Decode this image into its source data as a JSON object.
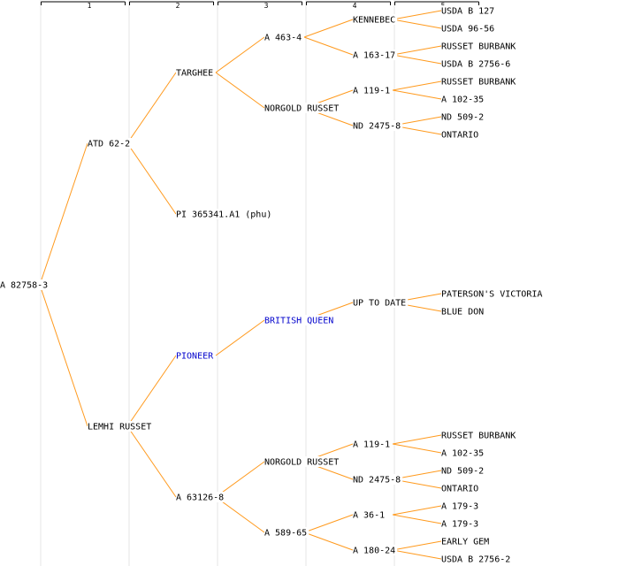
{
  "columns": [
    "1",
    "2",
    "3",
    "4",
    "5"
  ],
  "colors": {
    "edge": "#ff9a1e",
    "link": "#0000cc",
    "text": "#000000",
    "guide": "#e6e6e6"
  },
  "nodes": [
    {
      "id": "n0",
      "label": "A 82758-3",
      "gen": 0,
      "row": 16
    },
    {
      "id": "n1",
      "label": "ATD 62-2",
      "gen": 1,
      "row": 8,
      "parent": "n0"
    },
    {
      "id": "n2",
      "label": "LEMHI RUSSET",
      "gen": 1,
      "row": 24,
      "parent": "n0"
    },
    {
      "id": "n3",
      "label": "TARGHEE",
      "gen": 2,
      "row": 4,
      "parent": "n1"
    },
    {
      "id": "n4",
      "label": "PI 365341.A1 (phu)",
      "gen": 2,
      "row": 12,
      "parent": "n1"
    },
    {
      "id": "n5",
      "label": "PIONEER",
      "gen": 2,
      "row": 20,
      "parent": "n2",
      "link": true
    },
    {
      "id": "n6",
      "label": "A 63126-8",
      "gen": 2,
      "row": 28,
      "parent": "n2"
    },
    {
      "id": "n7",
      "label": "A 463-4",
      "gen": 3,
      "row": 2,
      "parent": "n3"
    },
    {
      "id": "n8",
      "label": "NORGOLD RUSSET",
      "gen": 3,
      "row": 6,
      "parent": "n3"
    },
    {
      "id": "n9",
      "label": "BRITISH QUEEN",
      "gen": 3,
      "row": 18,
      "parent": "n5",
      "link": true
    },
    {
      "id": "n10",
      "label": "NORGOLD RUSSET",
      "gen": 3,
      "row": 26,
      "parent": "n6"
    },
    {
      "id": "n11",
      "label": "A 589-65",
      "gen": 3,
      "row": 30,
      "parent": "n6"
    },
    {
      "id": "n12",
      "label": "KENNEBEC",
      "gen": 4,
      "row": 1,
      "parent": "n7"
    },
    {
      "id": "n13",
      "label": "A 163-17",
      "gen": 4,
      "row": 3,
      "parent": "n7"
    },
    {
      "id": "n14",
      "label": "A 119-1",
      "gen": 4,
      "row": 5,
      "parent": "n8"
    },
    {
      "id": "n15",
      "label": "ND 2475-8",
      "gen": 4,
      "row": 7,
      "parent": "n8"
    },
    {
      "id": "n16",
      "label": "UP TO DATE",
      "gen": 4,
      "row": 17,
      "parent": "n9"
    },
    {
      "id": "n17",
      "label": "A 119-1",
      "gen": 4,
      "row": 25,
      "parent": "n10"
    },
    {
      "id": "n18",
      "label": "ND 2475-8",
      "gen": 4,
      "row": 27,
      "parent": "n10"
    },
    {
      "id": "n19",
      "label": "A 36-1",
      "gen": 4,
      "row": 29,
      "parent": "n11"
    },
    {
      "id": "n20",
      "label": "A 180-24",
      "gen": 4,
      "row": 31,
      "parent": "n11"
    },
    {
      "id": "n21",
      "label": "USDA B 127",
      "gen": 5,
      "row": 0.5,
      "parent": "n12"
    },
    {
      "id": "n22",
      "label": "USDA 96-56",
      "gen": 5,
      "row": 1.5,
      "parent": "n12"
    },
    {
      "id": "n23",
      "label": "RUSSET BURBANK",
      "gen": 5,
      "row": 2.5,
      "parent": "n13"
    },
    {
      "id": "n24",
      "label": "USDA B 2756-6",
      "gen": 5,
      "row": 3.5,
      "parent": "n13"
    },
    {
      "id": "n25",
      "label": "RUSSET BURBANK",
      "gen": 5,
      "row": 4.5,
      "parent": "n14"
    },
    {
      "id": "n26",
      "label": "A 102-35",
      "gen": 5,
      "row": 5.5,
      "parent": "n14"
    },
    {
      "id": "n27",
      "label": "ND 509-2",
      "gen": 5,
      "row": 6.5,
      "parent": "n15"
    },
    {
      "id": "n28",
      "label": "ONTARIO",
      "gen": 5,
      "row": 7.5,
      "parent": "n15"
    },
    {
      "id": "n29",
      "label": "PATERSON'S VICTORIA",
      "gen": 5,
      "row": 16.5,
      "parent": "n16"
    },
    {
      "id": "n30",
      "label": "BLUE DON",
      "gen": 5,
      "row": 17.5,
      "parent": "n16"
    },
    {
      "id": "n31",
      "label": "RUSSET BURBANK",
      "gen": 5,
      "row": 24.5,
      "parent": "n17"
    },
    {
      "id": "n32",
      "label": "A 102-35",
      "gen": 5,
      "row": 25.5,
      "parent": "n17"
    },
    {
      "id": "n33",
      "label": "ND 509-2",
      "gen": 5,
      "row": 26.5,
      "parent": "n18"
    },
    {
      "id": "n34",
      "label": "ONTARIO",
      "gen": 5,
      "row": 27.5,
      "parent": "n18"
    },
    {
      "id": "n35",
      "label": "A 179-3",
      "gen": 5,
      "row": 28.5,
      "parent": "n19"
    },
    {
      "id": "n36",
      "label": "A 179-3",
      "gen": 5,
      "row": 29.5,
      "parent": "n19"
    },
    {
      "id": "n37",
      "label": "EARLY GEM",
      "gen": 5,
      "row": 30.5,
      "parent": "n20"
    },
    {
      "id": "n38",
      "label": "USDA B 2756-2",
      "gen": 5,
      "row": 31.5,
      "parent": "n20"
    }
  ]
}
